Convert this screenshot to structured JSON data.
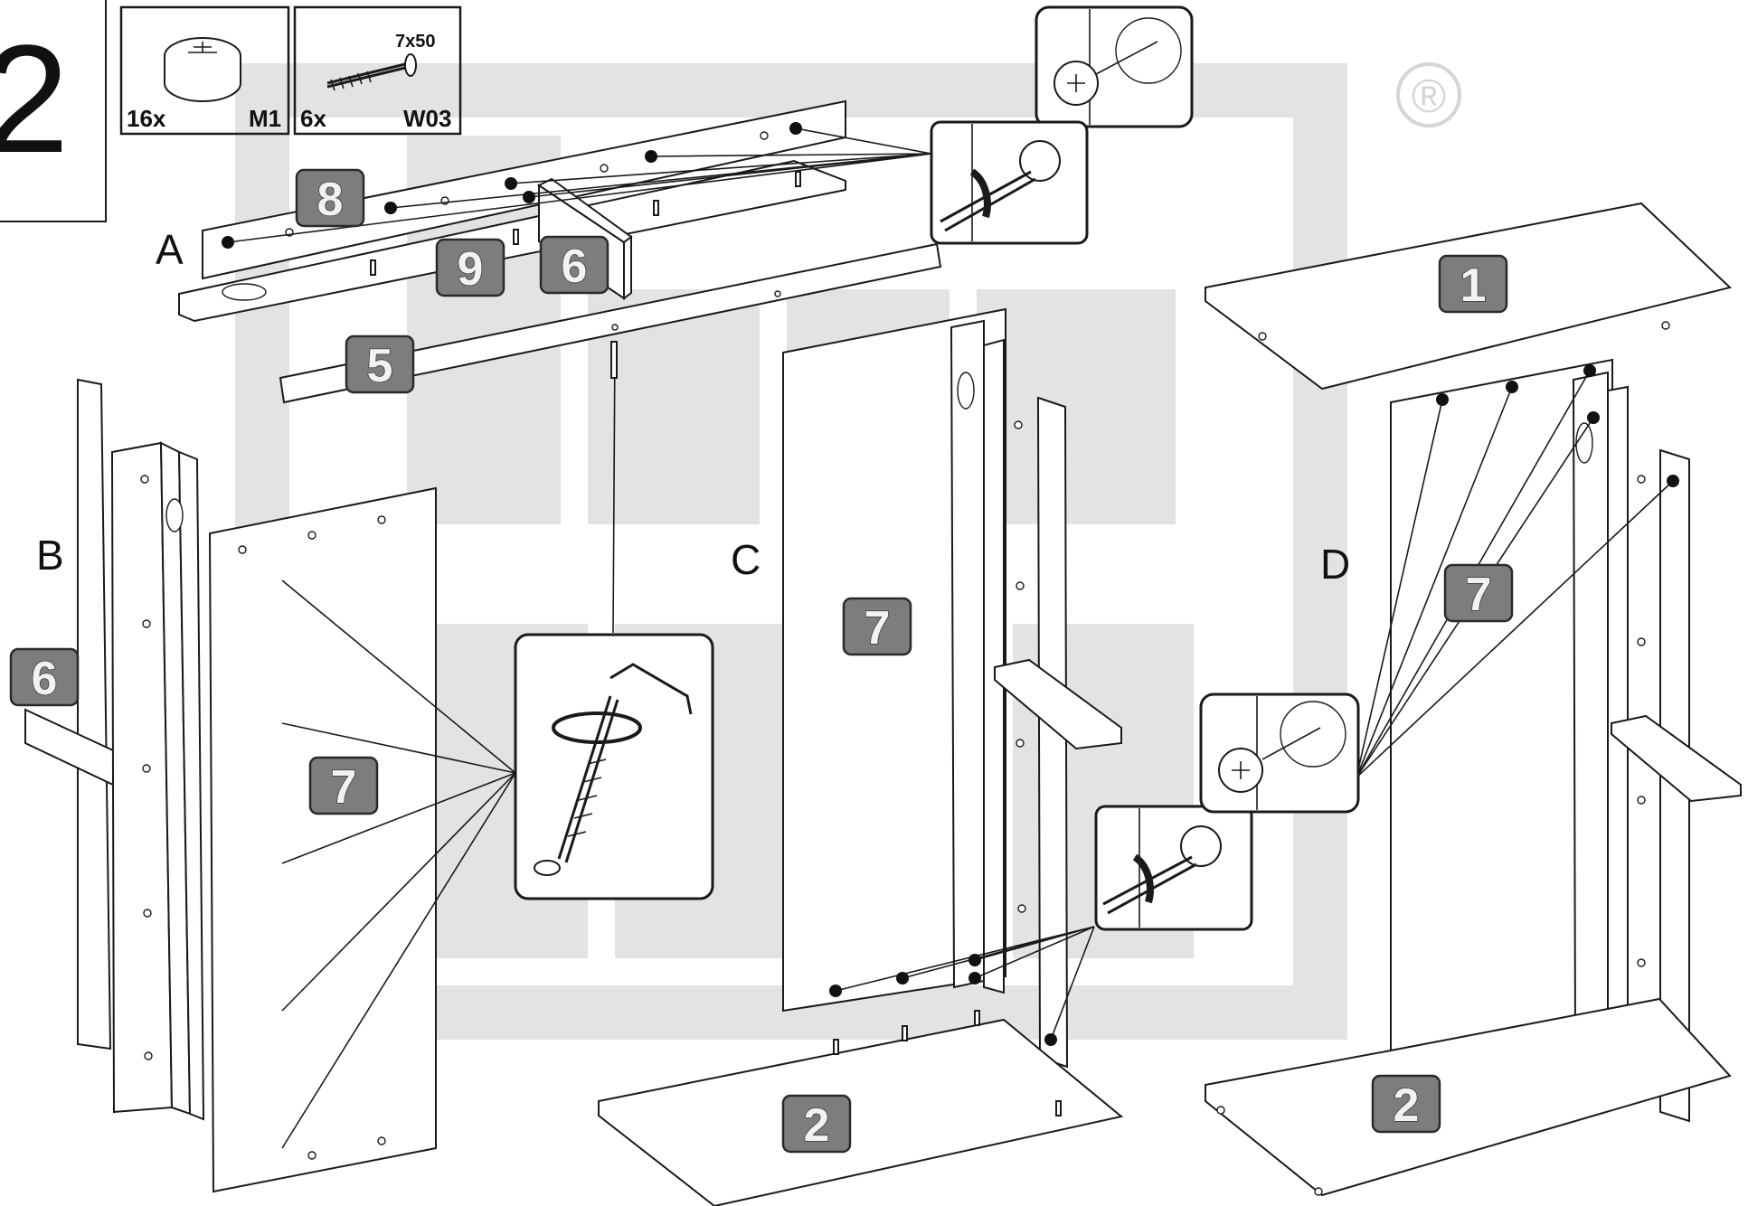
{
  "step": {
    "number": "2"
  },
  "parts_legend": [
    {
      "qty": "16x",
      "code": "M1",
      "name": "cam-lock",
      "size": ""
    },
    {
      "qty": "6x",
      "code": "W03",
      "name": "screw",
      "size": "7x50"
    }
  ],
  "trademark": "®",
  "assemblies": [
    {
      "label": "A"
    },
    {
      "label": "B"
    },
    {
      "label": "C"
    },
    {
      "label": "D"
    }
  ],
  "part_badges": {
    "a_part_8": "8",
    "a_part_9": "9",
    "a_part_6": "6",
    "a_part_5": "5",
    "b_part_6": "6",
    "b_part_7": "7",
    "c_part_7": "7",
    "c_part_2": "2",
    "d_part_1": "1",
    "d_part_7": "7",
    "d_part_2": "2"
  },
  "colors": {
    "badge_fill": "#7d7d7d",
    "watermark": "#e3e3e3",
    "line": "#1a1a1a"
  }
}
